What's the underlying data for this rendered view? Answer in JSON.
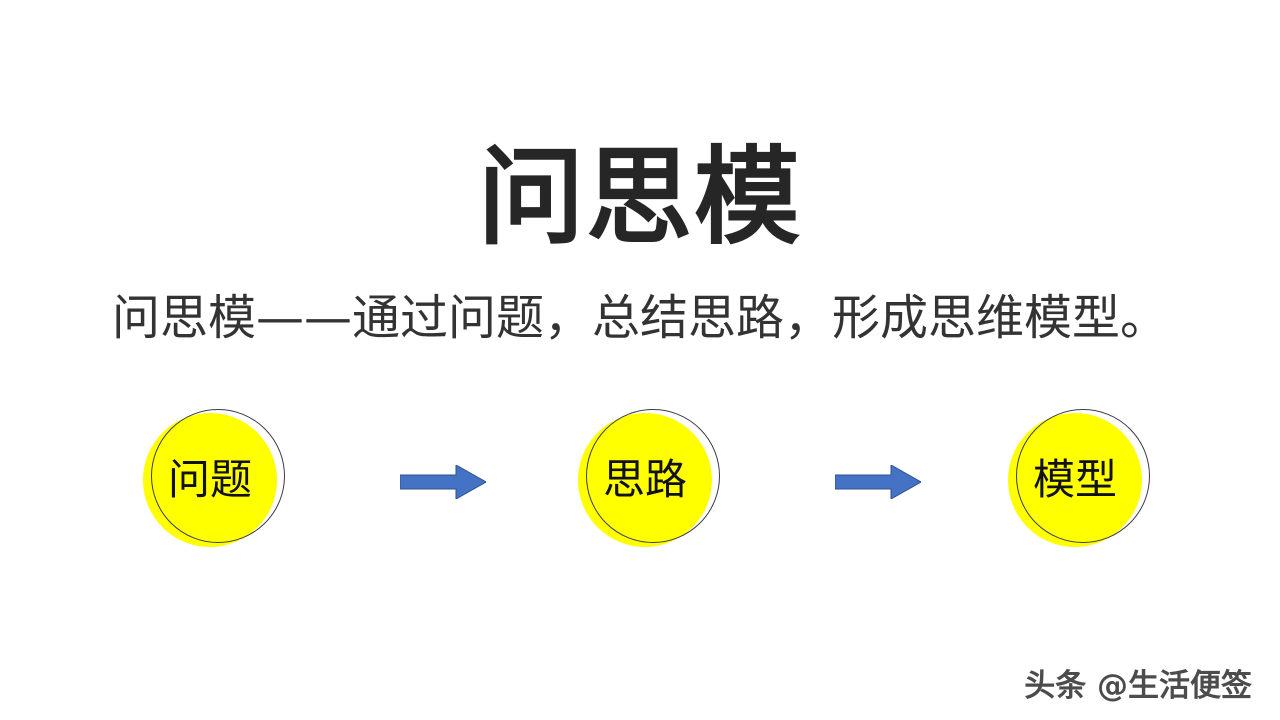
{
  "slide": {
    "background_color": "#FFFFFF",
    "title": "问思模",
    "subtitle": "问思模——通过问题，总结思路，形成思维模型。",
    "title_color": "#262626",
    "subtitle_color": "#333333"
  },
  "flow": {
    "node_fill_color": "#FFFF00",
    "node_ring_color": "#3B3B4F",
    "arrow_color": "#4472C4",
    "nodes": [
      {
        "label": "问题"
      },
      {
        "label": "思路"
      },
      {
        "label": "模型"
      }
    ],
    "arrows": [
      {
        "name": "arrow-right-icon"
      },
      {
        "name": "arrow-right-icon"
      }
    ]
  },
  "watermark": {
    "text": "头条 @生活便签"
  }
}
